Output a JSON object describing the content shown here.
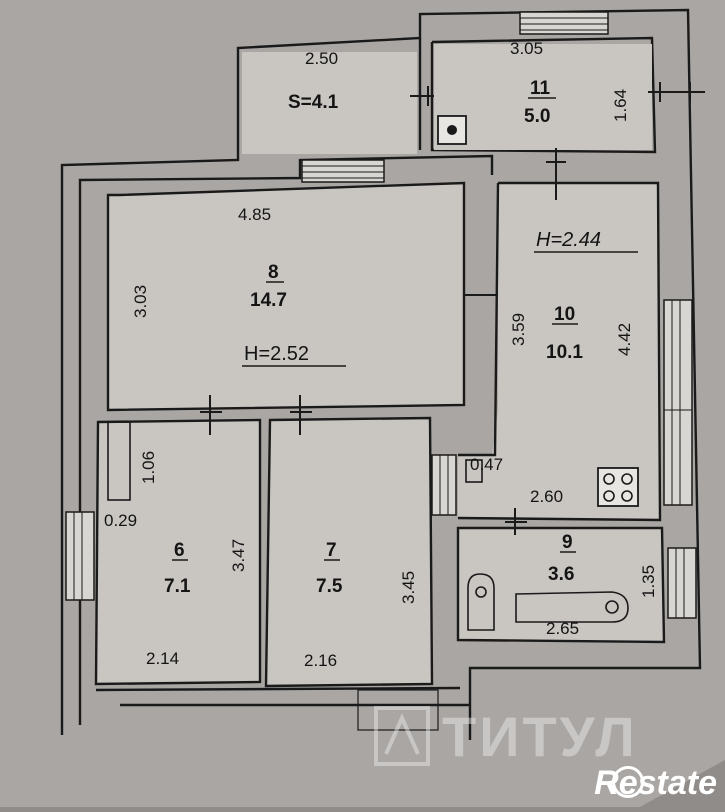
{
  "rooms": [
    {
      "id": "balcony",
      "area_label": "S=4.1",
      "width_label": "2.50"
    },
    {
      "id": "room-11",
      "number": "11",
      "area": "5.0",
      "width_label": "3.05",
      "depth_label": "1.64"
    },
    {
      "id": "room-8",
      "number": "8",
      "area": "14.7",
      "width_label": "4.85",
      "depth_label": "3.03",
      "height_label": "H=2.52"
    },
    {
      "id": "room-10",
      "number": "10",
      "area": "10.1",
      "depth_label": "3.59",
      "right_label": "4.42",
      "height_label": "H=2.44",
      "niche_label": "0.47",
      "bottom_label": "2.60"
    },
    {
      "id": "room-6",
      "number": "6",
      "area": "7.1",
      "niche_depth": "1.06",
      "niche_width": "0.29",
      "depth_label": "3.47",
      "width_label": "2.14"
    },
    {
      "id": "room-7",
      "number": "7",
      "area": "7.5",
      "depth_label": "3.45",
      "width_label": "2.16"
    },
    {
      "id": "room-9",
      "number": "9",
      "area": "3.6",
      "depth_label": "1.35",
      "width_label": "2.65"
    }
  ],
  "watermark": {
    "text": "ТИТУЛ"
  },
  "brand": {
    "text": "Restate"
  },
  "colors": {
    "background": "#8f8c8a",
    "paper": "#c9c6c2",
    "ink": "#1a1a1a"
  }
}
